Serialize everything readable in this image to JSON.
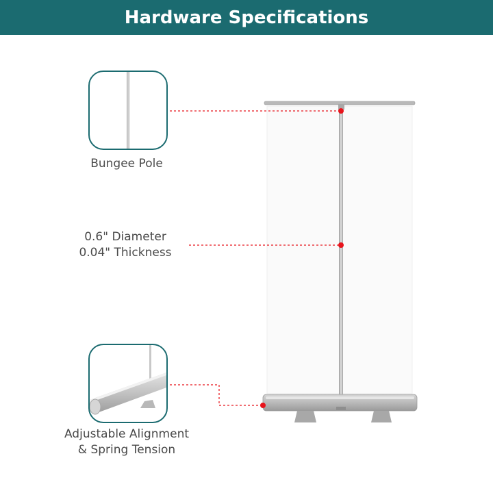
{
  "header": {
    "title": "Hardware Specifications"
  },
  "callouts": {
    "bungee_pole": {
      "label": "Bungee Pole",
      "icon": "bungee-pole-closeup-icon"
    },
    "pole_size": {
      "line1": "0.6\" Diameter",
      "line2": "0.04\" Thickness"
    },
    "base": {
      "line1": "Adjustable Alignment",
      "line2": "& Spring Tension",
      "icon": "base-closeup-icon"
    }
  },
  "colors": {
    "header_bg": "#1b6b70",
    "thumb_border": "#1b6b70",
    "marker": "#e8141c",
    "label_text": "#4a4a4a",
    "metal": "#b8b8b8"
  }
}
